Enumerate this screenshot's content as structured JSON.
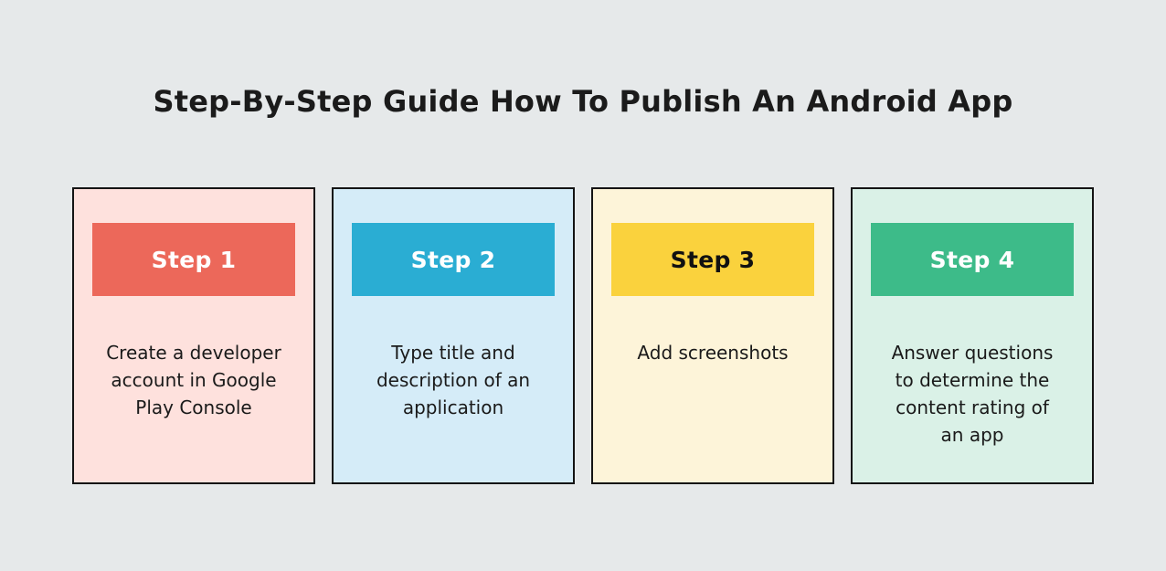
{
  "page": {
    "title": "Step-By-Step Guide How To Publish An Android App",
    "background": "#e6e9ea",
    "card_border_color": "#141414",
    "title_color": "#1b1b1b"
  },
  "cards": [
    {
      "step_label": "Step 1",
      "header_bg": "#ec685a",
      "header_text_color": "#ffffff",
      "body_bg": "#fee1dd",
      "description": "Create a developer account in Google Play Console",
      "description_lines": [
        "Create a developer",
        "account in Google",
        "Play Console"
      ]
    },
    {
      "step_label": "Step 2",
      "header_bg": "#2aadd3",
      "header_text_color": "#ffffff",
      "body_bg": "#d5ecf8",
      "description": "Type title and description of an application",
      "description_lines": [
        "Type title and",
        "description of an",
        "application"
      ]
    },
    {
      "step_label": "Step 3",
      "header_bg": "#fad23d",
      "header_text_color": "#111111",
      "body_bg": "#fdf4d9",
      "description": "Add screenshots",
      "description_lines": [
        "Add screenshots"
      ]
    },
    {
      "step_label": "Step 4",
      "header_bg": "#3dbb89",
      "header_text_color": "#ffffff",
      "body_bg": "#daf1e7",
      "description": "Answer questions to determine the content rating of an app",
      "description_lines": [
        "Answer questions",
        "to determine the",
        "content rating of",
        "an app"
      ]
    }
  ]
}
